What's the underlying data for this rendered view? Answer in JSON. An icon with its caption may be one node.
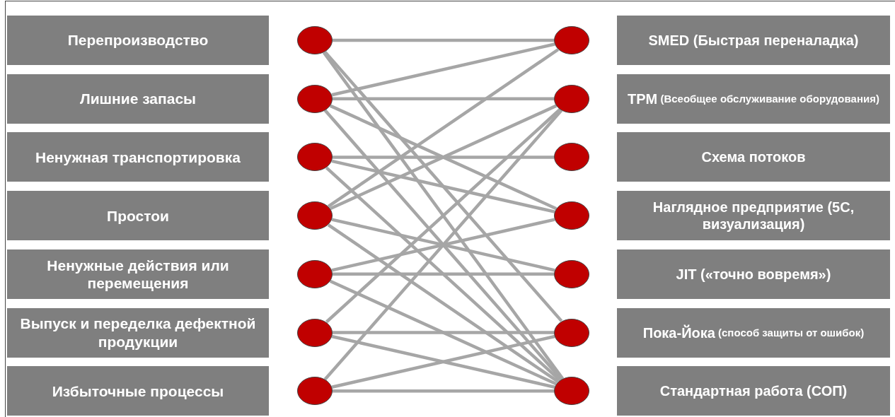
{
  "diagram": {
    "nodes": [
      {
        "text": [
          "Перепроизводство"
        ]
      },
      {
        "text": [
          "Лишние запасы"
        ]
      },
      {
        "text": [
          "Ненужная транспортировка"
        ]
      },
      {
        "text": [
          "Простои"
        ]
      },
      {
        "text": [
          "Ненужные действия или перемещения"
        ]
      },
      {
        "text": [
          "Выпуск и переделка дефектной продукции"
        ]
      },
      {
        "text": [
          "Избыточные процессы"
        ]
      },
      {
        "text": [
          "SMED (Быстрая  переналадка)"
        ]
      },
      {
        "text": [
          "TPM",
          "(Всеобщее обслуживание оборудования)"
        ]
      },
      {
        "text": [
          "Схема потоков"
        ]
      },
      {
        "text": [
          "Наглядное предприятие (5С, визуализация)"
        ]
      },
      {
        "text": [
          "JIT («точно вовремя»)"
        ]
      },
      {
        "text": [
          "Пока-Йока",
          "(способ защиты от ошибок)"
        ]
      },
      {
        "text": [
          "Стандартная работа (СОП)"
        ]
      },
      {
        "text": [],
        "shape": "circle"
      },
      {
        "text": [],
        "shape": "circle"
      },
      {
        "text": [],
        "shape": "circle"
      },
      {
        "text": [],
        "shape": "circle"
      },
      {
        "text": [],
        "shape": "circle"
      },
      {
        "text": [],
        "shape": "circle"
      },
      {
        "text": [],
        "shape": "circle"
      },
      {
        "text": [],
        "shape": "circle"
      },
      {
        "text": [],
        "shape": "circle"
      },
      {
        "text": [],
        "shape": "circle"
      },
      {
        "text": [],
        "shape": "circle"
      },
      {
        "text": [],
        "shape": "circle"
      },
      {
        "text": [],
        "shape": "circle"
      },
      {
        "text": [],
        "shape": "circle"
      }
    ],
    "edges": [
      {
        "from": 14,
        "to": 21,
        "arrow": "none"
      },
      {
        "from": 14,
        "to": 26,
        "arrow": "none"
      },
      {
        "from": 14,
        "to": 27,
        "arrow": "none"
      },
      {
        "from": 15,
        "to": 21,
        "arrow": "none"
      },
      {
        "from": 15,
        "to": 22,
        "arrow": "none"
      },
      {
        "from": 15,
        "to": 24,
        "arrow": "none"
      },
      {
        "from": 15,
        "to": 27,
        "arrow": "none"
      },
      {
        "from": 16,
        "to": 23,
        "arrow": "none"
      },
      {
        "from": 16,
        "to": 24,
        "arrow": "none"
      },
      {
        "from": 16,
        "to": 27,
        "arrow": "none"
      },
      {
        "from": 17,
        "to": 21,
        "arrow": "none"
      },
      {
        "from": 17,
        "to": 22,
        "arrow": "none"
      },
      {
        "from": 17,
        "to": 25,
        "arrow": "none"
      },
      {
        "from": 17,
        "to": 27,
        "arrow": "none"
      },
      {
        "from": 18,
        "to": 24,
        "arrow": "none"
      },
      {
        "from": 18,
        "to": 25,
        "arrow": "none"
      },
      {
        "from": 18,
        "to": 27,
        "arrow": "none"
      },
      {
        "from": 19,
        "to": 22,
        "arrow": "none"
      },
      {
        "from": 19,
        "to": 26,
        "arrow": "none"
      },
      {
        "from": 19,
        "to": 27,
        "arrow": "none"
      },
      {
        "from": 20,
        "to": 22,
        "arrow": "none"
      },
      {
        "from": 20,
        "to": 26,
        "arrow": "none"
      },
      {
        "from": 20,
        "to": 27,
        "arrow": "none"
      }
    ]
  }
}
